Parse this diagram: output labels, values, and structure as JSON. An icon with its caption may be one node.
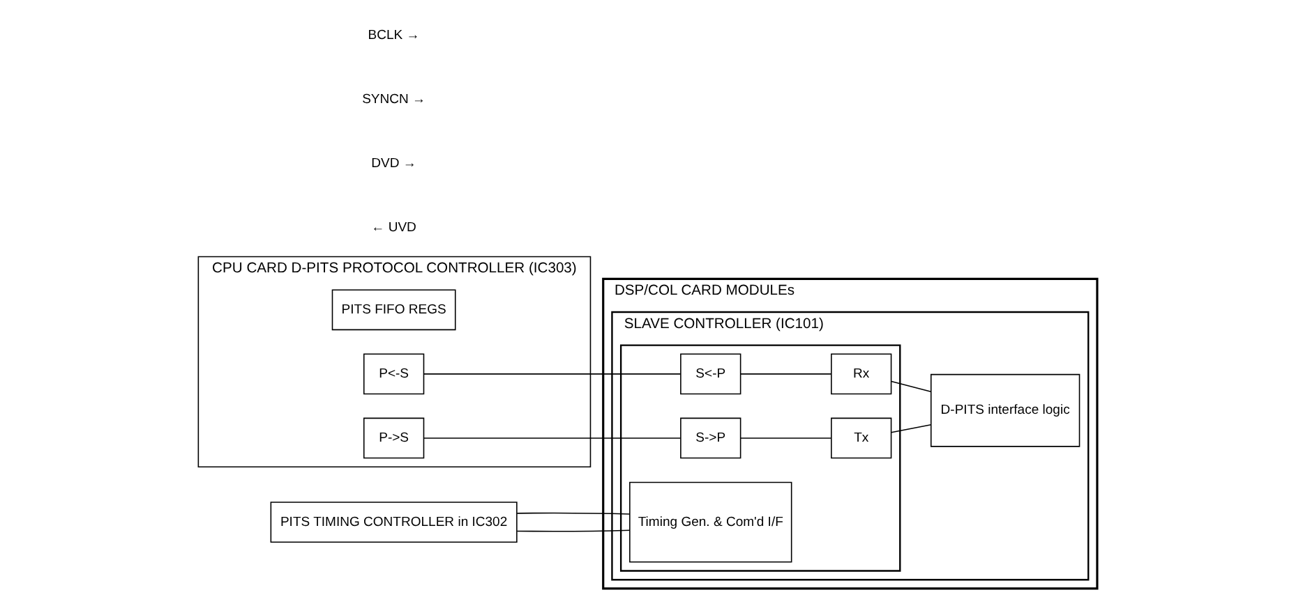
{
  "diagram": {
    "nodes": [
      {
        "text": [
          "CPU CARD D-PITS PROTOCOL CONTROLLER (IC303)"
        ]
      },
      {
        "text": [
          "PITS FIFO REGS"
        ],
        "in": 0
      },
      {
        "text": [
          "P<-S"
        ],
        "in": 0
      },
      {
        "text": [
          "P->S"
        ],
        "in": 0
      },
      {
        "text": [
          "PITS TIMING CONTROLLER in IC302"
        ]
      },
      {
        "text": [
          "DSP/COL CARD MODULEs"
        ]
      },
      {
        "text": [
          "SLAVE CONTROLLER (IC101)"
        ],
        "in": 5
      },
      {
        "text": [],
        "shape": "box",
        "in": 6
      },
      {
        "text": [
          "S<-P"
        ],
        "in": 7
      },
      {
        "text": [
          "Rx"
        ],
        "in": 7
      },
      {
        "text": [
          "S->P"
        ],
        "in": 7
      },
      {
        "text": [
          "Tx"
        ],
        "in": 7
      },
      {
        "text": [
          "Timing Gen. & Com'd I/F"
        ],
        "in": 7
      },
      {
        "text": [
          "D-PITS interface logic"
        ],
        "in": 6
      }
    ],
    "edges": [
      {
        "from": 2,
        "to": 8,
        "arrow": "none"
      },
      {
        "from": 3,
        "to": 10,
        "arrow": "none"
      },
      {
        "from": 8,
        "to": 9,
        "arrow": "none"
      },
      {
        "from": 10,
        "to": 11,
        "arrow": "none"
      },
      {
        "from": 9,
        "to": 13,
        "arrow": "none"
      },
      {
        "from": 11,
        "to": 13,
        "arrow": "none"
      },
      {
        "from": 4,
        "to": 12,
        "arrow": "none"
      },
      {
        "from": 4,
        "to": 12,
        "arrow": "none"
      }
    ],
    "labels": [
      "← UVD",
      "DVD →",
      "SYNCN →",
      "BCLK →"
    ]
  }
}
